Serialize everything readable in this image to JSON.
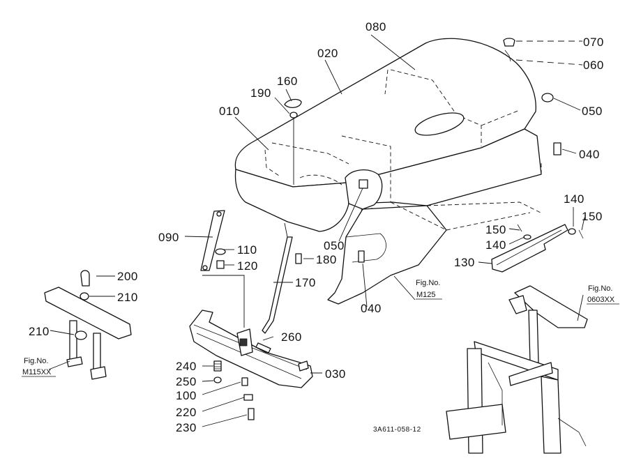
{
  "diagram": {
    "part_numbers": {
      "p010": "010",
      "p020": "020",
      "p030": "030",
      "p040a": "040",
      "p040b": "040",
      "p050a": "050",
      "p050b": "050",
      "p060": "060",
      "p070": "070",
      "p080": "080",
      "p090": "090",
      "p100": "100",
      "p110": "110",
      "p120": "120",
      "p130": "130",
      "p140a": "140",
      "p140b": "140",
      "p150a": "150",
      "p150b": "150",
      "p160": "160",
      "p170": "170",
      "p180": "180",
      "p190": "190",
      "p200": "200",
      "p210a": "210",
      "p210b": "210",
      "p220": "220",
      "p230": "230",
      "p240": "240",
      "p250": "250",
      "p260": "260"
    },
    "references": {
      "m125_prefix": "Fig.No.",
      "m125_code": "M125",
      "f0603_prefix": "Fig.No.",
      "f0603_code": "0603XX",
      "m115_prefix": "Fig.No.",
      "m115_code": "M115XX"
    },
    "drawing_code": "3A611-058-12"
  }
}
